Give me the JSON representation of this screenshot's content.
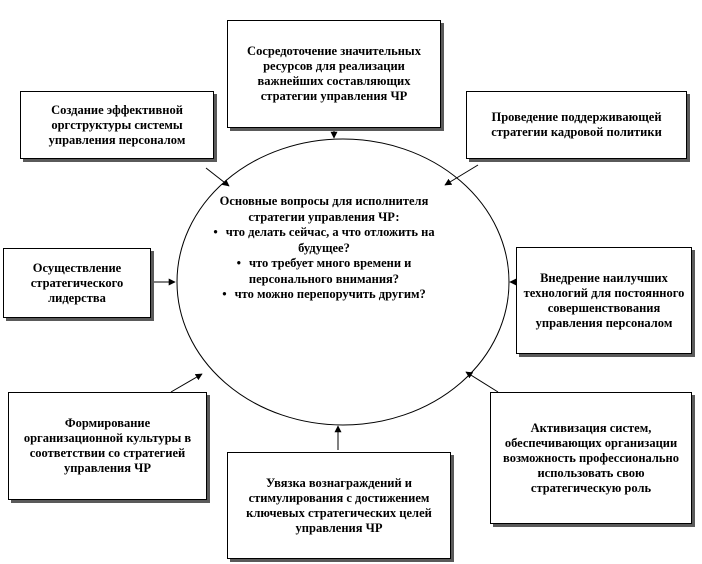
{
  "center": {
    "title": "Основные вопросы для исполнителя стратегии управления ЧР:",
    "bullets": [
      "что делать сейчас, а что отложить на будущее?",
      "что требует много времени и персонального внимания?",
      "что можно перепоручить другим?"
    ],
    "bullet_symbol": "•"
  },
  "boxes": {
    "top": "Сосредоточение значительных ресурсов для реализации важнейших составляющих стратегии управления ЧР",
    "top_left": "Создание эффективной оргструктуры системы управления персоналом",
    "top_right": "Проведение поддерживающей стратегии кадровой политики",
    "mid_left": "Осуществление стратегического лидерства",
    "mid_right": "Внедрение наилучших технологий для постоянного совершенствования управления персоналом",
    "bottom_left": "Формирование организационной культуры в соответствии со стратегией управления ЧР",
    "bottom": "Увязка вознаграждений и стимулирования с достижением ключевых стратегических целей управления ЧР",
    "bottom_right": "Активизация систем, обеспечивающих организации возможность профессионально использовать свою стратегическую роль"
  },
  "colors": {
    "stroke": "#000000",
    "shadow": "#5a5a5a"
  }
}
